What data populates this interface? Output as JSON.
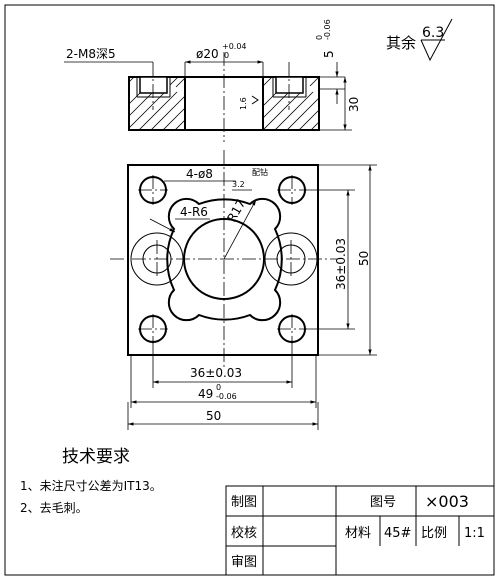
{
  "drawing": {
    "thread_note": "2-M8深5",
    "bore_dia": "ø20",
    "bore_tol_upper": "+0.04",
    "bore_tol_lower": "0",
    "top_dim": "5",
    "top_tol_upper": "0",
    "top_tol_lower": "-0.06",
    "height_dim": "30",
    "bore_roughness": "1.6",
    "roughness_prefix": "其余",
    "roughness_value": "6.3",
    "holes_note": "4-ø8",
    "arc_note": "4-R6",
    "radius_note": "R17",
    "small_note_a": "3.2",
    "small_note_b": "配钻",
    "vert_tol_dim": "36±0.03",
    "vert_overall": "50",
    "horiz_tol_dim": "36±0.03",
    "horiz_mid_dim": "49",
    "horiz_mid_tol_upper": "0",
    "horiz_mid_tol_lower": "-0.06",
    "horiz_overall": "50"
  },
  "requirements": {
    "title": "技术要求",
    "items": [
      "1、未注尺寸公差为IT13。",
      "2、去毛刺。"
    ]
  },
  "title_block": {
    "drafted": "制图",
    "drawing_no_label": "图号",
    "drawing_no": "×003",
    "checked": "校核",
    "material_label": "材料",
    "material": "45#",
    "scale_label": "比例",
    "scale": "1:1",
    "reviewed": "审图"
  }
}
